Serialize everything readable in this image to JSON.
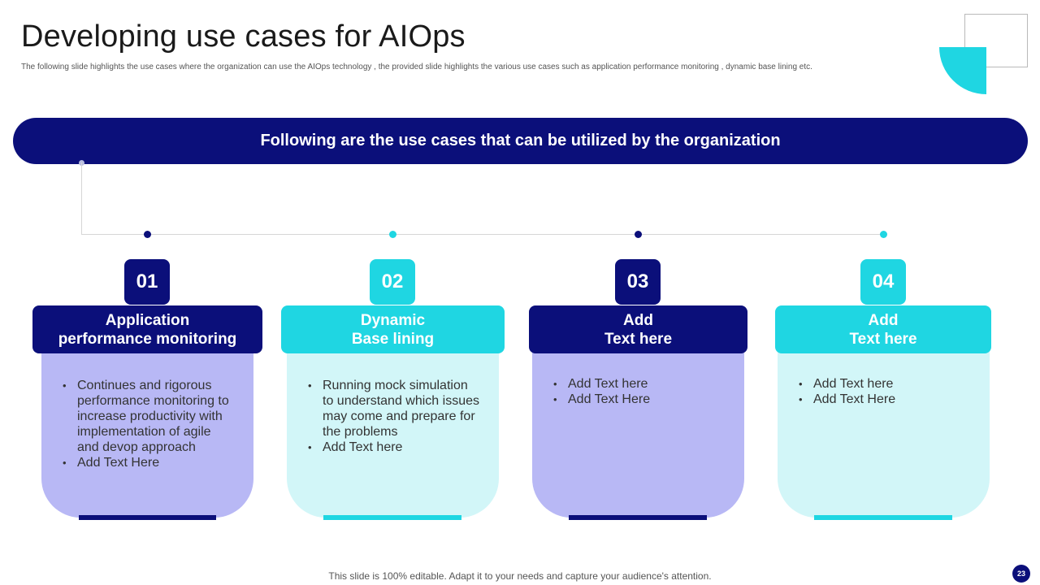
{
  "title": "Developing use cases for AIOps",
  "subtitle": "The following slide highlights the use cases where the organization can use the AIOps technology , the provided slide highlights the various use cases such as application performance monitoring , dynamic base lining etc.",
  "banner": "Following  are the use cases that can be utilized  by the organization",
  "colors": {
    "dark": "#0b0f7a",
    "cyan": "#1fd6e2",
    "lavender": "#b8b8f5",
    "light_cyan": "#d2f6f8"
  },
  "cards": [
    {
      "number": "01",
      "header_line1": "Application",
      "header_line2": "performance monitoring",
      "bullets": [
        "Continues and rigorous performance monitoring to increase productivity with implementation of agile and devop approach",
        "Add Text Here"
      ]
    },
    {
      "number": "02",
      "header_line1": "Dynamic",
      "header_line2": "Base lining",
      "bullets": [
        "Running  mock simulation to understand which issues may come and prepare for the problems",
        "Add Text here"
      ]
    },
    {
      "number": "03",
      "header_line1": "Add",
      "header_line2": "Text here",
      "bullets": [
        "Add Text here",
        "Add Text Here"
      ]
    },
    {
      "number": "04",
      "header_line1": "Add",
      "header_line2": "Text here",
      "bullets": [
        "Add Text here",
        "Add Text Here"
      ]
    }
  ],
  "footer": "This slide is 100% editable. Adapt it to your needs and capture your audience's attention.",
  "page_number": "23"
}
